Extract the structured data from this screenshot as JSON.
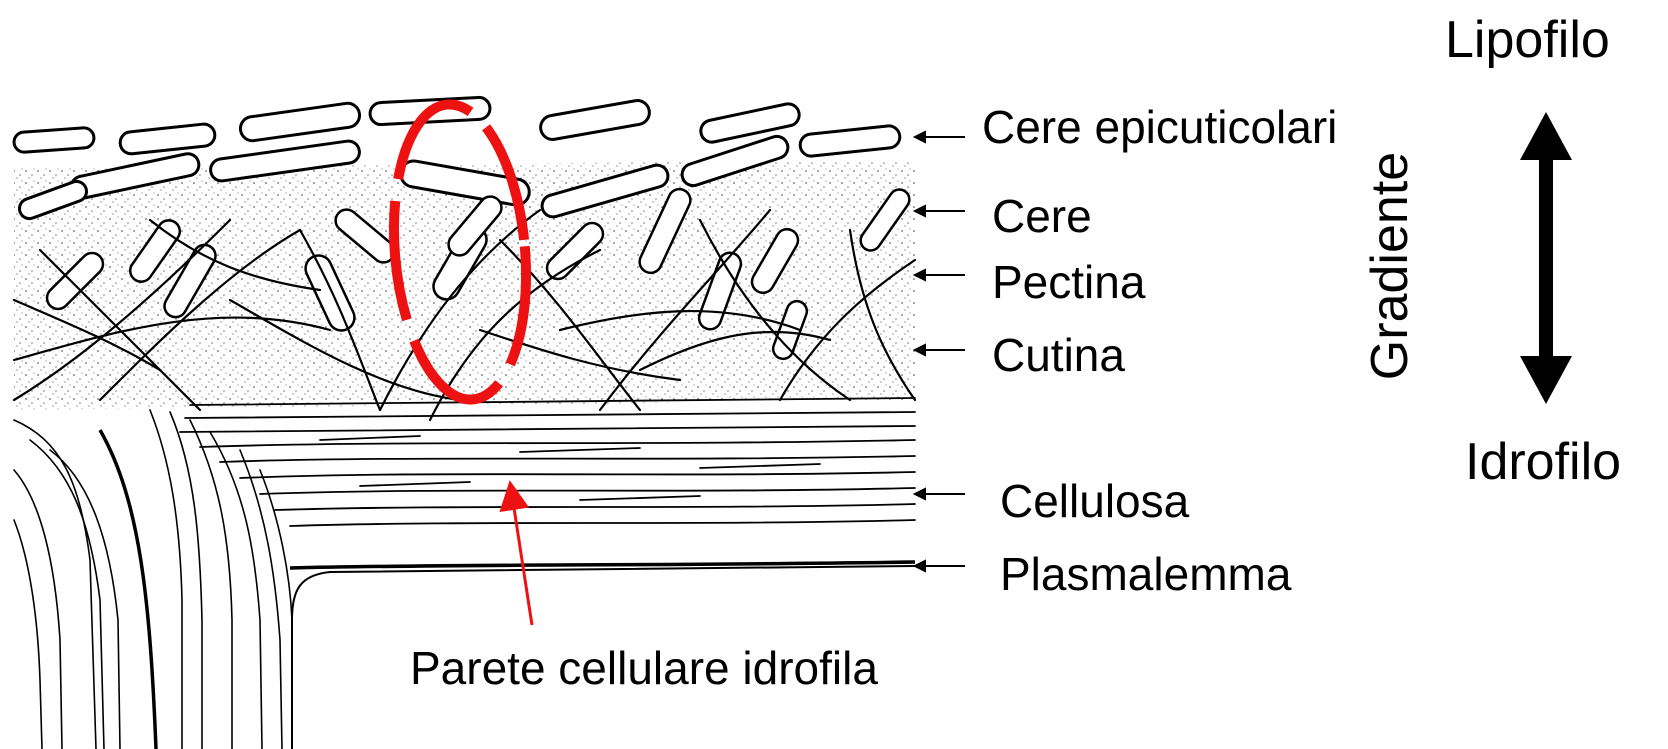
{
  "labels": {
    "cere_epicuticolari": "Cere epicuticolari",
    "cere": "Cere",
    "pectina": "Pectina",
    "cutina": "Cutina",
    "cellulosa": "Cellulosa",
    "plasmalemma": "Plasmalemma",
    "parete": "Parete cellulare idrofila"
  },
  "gradient": {
    "top": "Lipofilo",
    "axis": "Gradiente",
    "bottom": "Idrofilo"
  },
  "colors": {
    "highlight": "#ee1111",
    "ink": "#000000"
  }
}
